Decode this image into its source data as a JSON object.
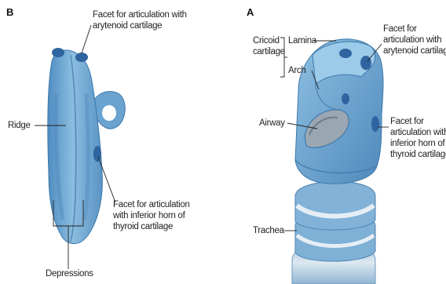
{
  "panel_b": {
    "letter": "B",
    "labels": {
      "facet_arytenoid": [
        "Facet for articulation with",
        "arytenoid cartilage"
      ],
      "ridge": "Ridge",
      "facet_thyroid": [
        "Facet for articulation",
        "with inferior horn of",
        "thyroid cartilage"
      ],
      "depressions": "Depressions"
    }
  },
  "panel_a": {
    "letter": "A",
    "labels": {
      "cricoid_cartilage": [
        "Cricoid",
        "cartilage"
      ],
      "lamina": "Lamina",
      "arch": "Arch",
      "facet_arytenoid": [
        "Facet for",
        "articulation with",
        "arytenoid cartilage"
      ],
      "airway": "Airway",
      "facet_thyroid": [
        "Facet for",
        "articulation with",
        "inferior horn of",
        "thyroid cartilage"
      ],
      "trachea": "Trachea"
    }
  },
  "colors": {
    "cartilage_blue": "#6fa8d2",
    "cartilage_dark": "#3f79ab",
    "facet_blue": "#2f64a0",
    "trachea_light": "#d6e3ee"
  }
}
